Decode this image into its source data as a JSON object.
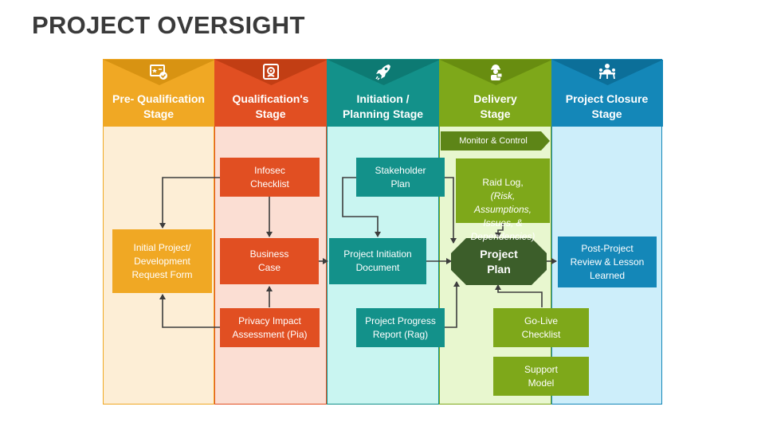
{
  "title": "PROJECT OVERSIGHT",
  "colors": {
    "stage1": "#f0a824",
    "stage2": "#e14f22",
    "stage3": "#13918a",
    "stage4": "#7ea81a",
    "stage5": "#1487b8",
    "arrow": "#3d3d3d"
  },
  "stages": [
    {
      "label": "Pre- Qualification\nStage",
      "icon": "certificate-icon"
    },
    {
      "label": "Qualification's\nStage",
      "icon": "brain-gear-icon"
    },
    {
      "label": "Initiation /\nPlanning Stage",
      "icon": "rocket-icon"
    },
    {
      "label": "Delivery\nStage",
      "icon": "worker-icon"
    },
    {
      "label": "Project Closure\nStage",
      "icon": "meeting-table-icon"
    }
  ],
  "boxes": {
    "initial_project": "Initial Project/\nDevelopment\nRequest Form",
    "infosec": "Infosec\nChecklist",
    "business_case": "Business\nCase",
    "privacy": "Privacy Impact\nAssessment (Pia)",
    "stakeholder": "Stakeholder\nPlan",
    "initiation_doc": "Project Initiation\nDocument",
    "progress_report": "Project Progress\nReport (Rag)",
    "monitor": "Monitor & Control",
    "raid_prefix": "Raid Log,",
    "raid_italic": "(Risk,\nAssumptions,\nIssues, &\nDependencies)",
    "project_plan": "Project\nPlan",
    "go_live": "Go-Live\nChecklist",
    "support": "Support\nModel",
    "post_project": "Post-Project\nReview & Lesson\nLearned"
  }
}
